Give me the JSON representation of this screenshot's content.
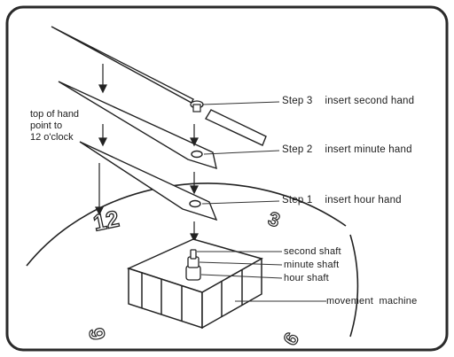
{
  "note": "top of hand\npoint to\n12 o'clock",
  "steps": [
    {
      "step": "Step 3",
      "text": "insert second hand"
    },
    {
      "step": "Step 2",
      "text": "insert minute hand"
    },
    {
      "step": "Step 1",
      "text": "insert hour hand"
    }
  ],
  "parts": {
    "second_shaft": "second shaft",
    "minute_shaft": "minute shaft",
    "hour_shaft": "hour shaft",
    "movement": "movement  machine"
  },
  "dial_numbers": {
    "twelve": "12",
    "three": "3",
    "six": "6",
    "nine": "9"
  },
  "colors": {
    "ink": "#1b1b1b",
    "frame": "#2a2a2a",
    "fill": "#ffffff"
  }
}
